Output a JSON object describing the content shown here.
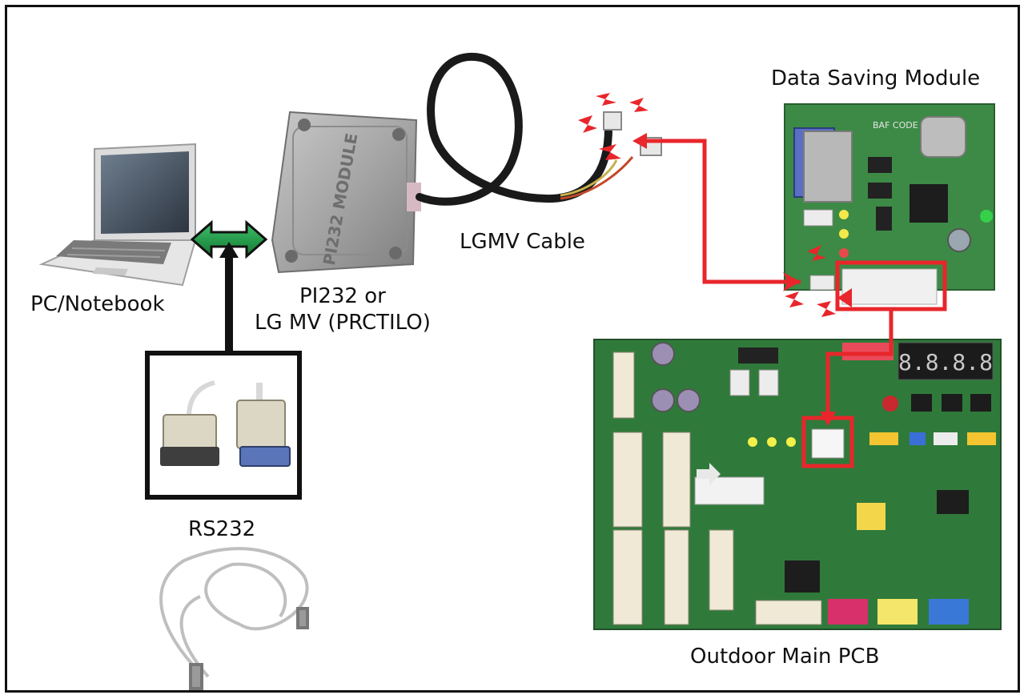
{
  "labels": {
    "data_saving_module": "Data Saving Module",
    "pc_notebook": "PC/Notebook",
    "lgmv_cable": "LGMV Cable",
    "pi232_line1": "PI232 or",
    "pi232_line2": "LG MV (PRCTILO)",
    "rs232": "RS232",
    "outdoor_pcb": "Outdoor Main PCB",
    "module_case_text": "PI232 MODULE",
    "module_board_text": "BAF CODE"
  },
  "colors": {
    "connection_red": "#e8262b",
    "arrow_green": "#1a8f3c",
    "pcb_green": "#2f7a3a",
    "module_gray": "#9a9a9a"
  },
  "icons": [
    "laptop-icon",
    "rs232-connector-icon",
    "usb-cable-icon",
    "pi232-module-icon",
    "lgmv-cable-icon",
    "data-saving-module-icon",
    "outdoor-pcb-icon"
  ],
  "pcb_display": "8.8.8.8"
}
